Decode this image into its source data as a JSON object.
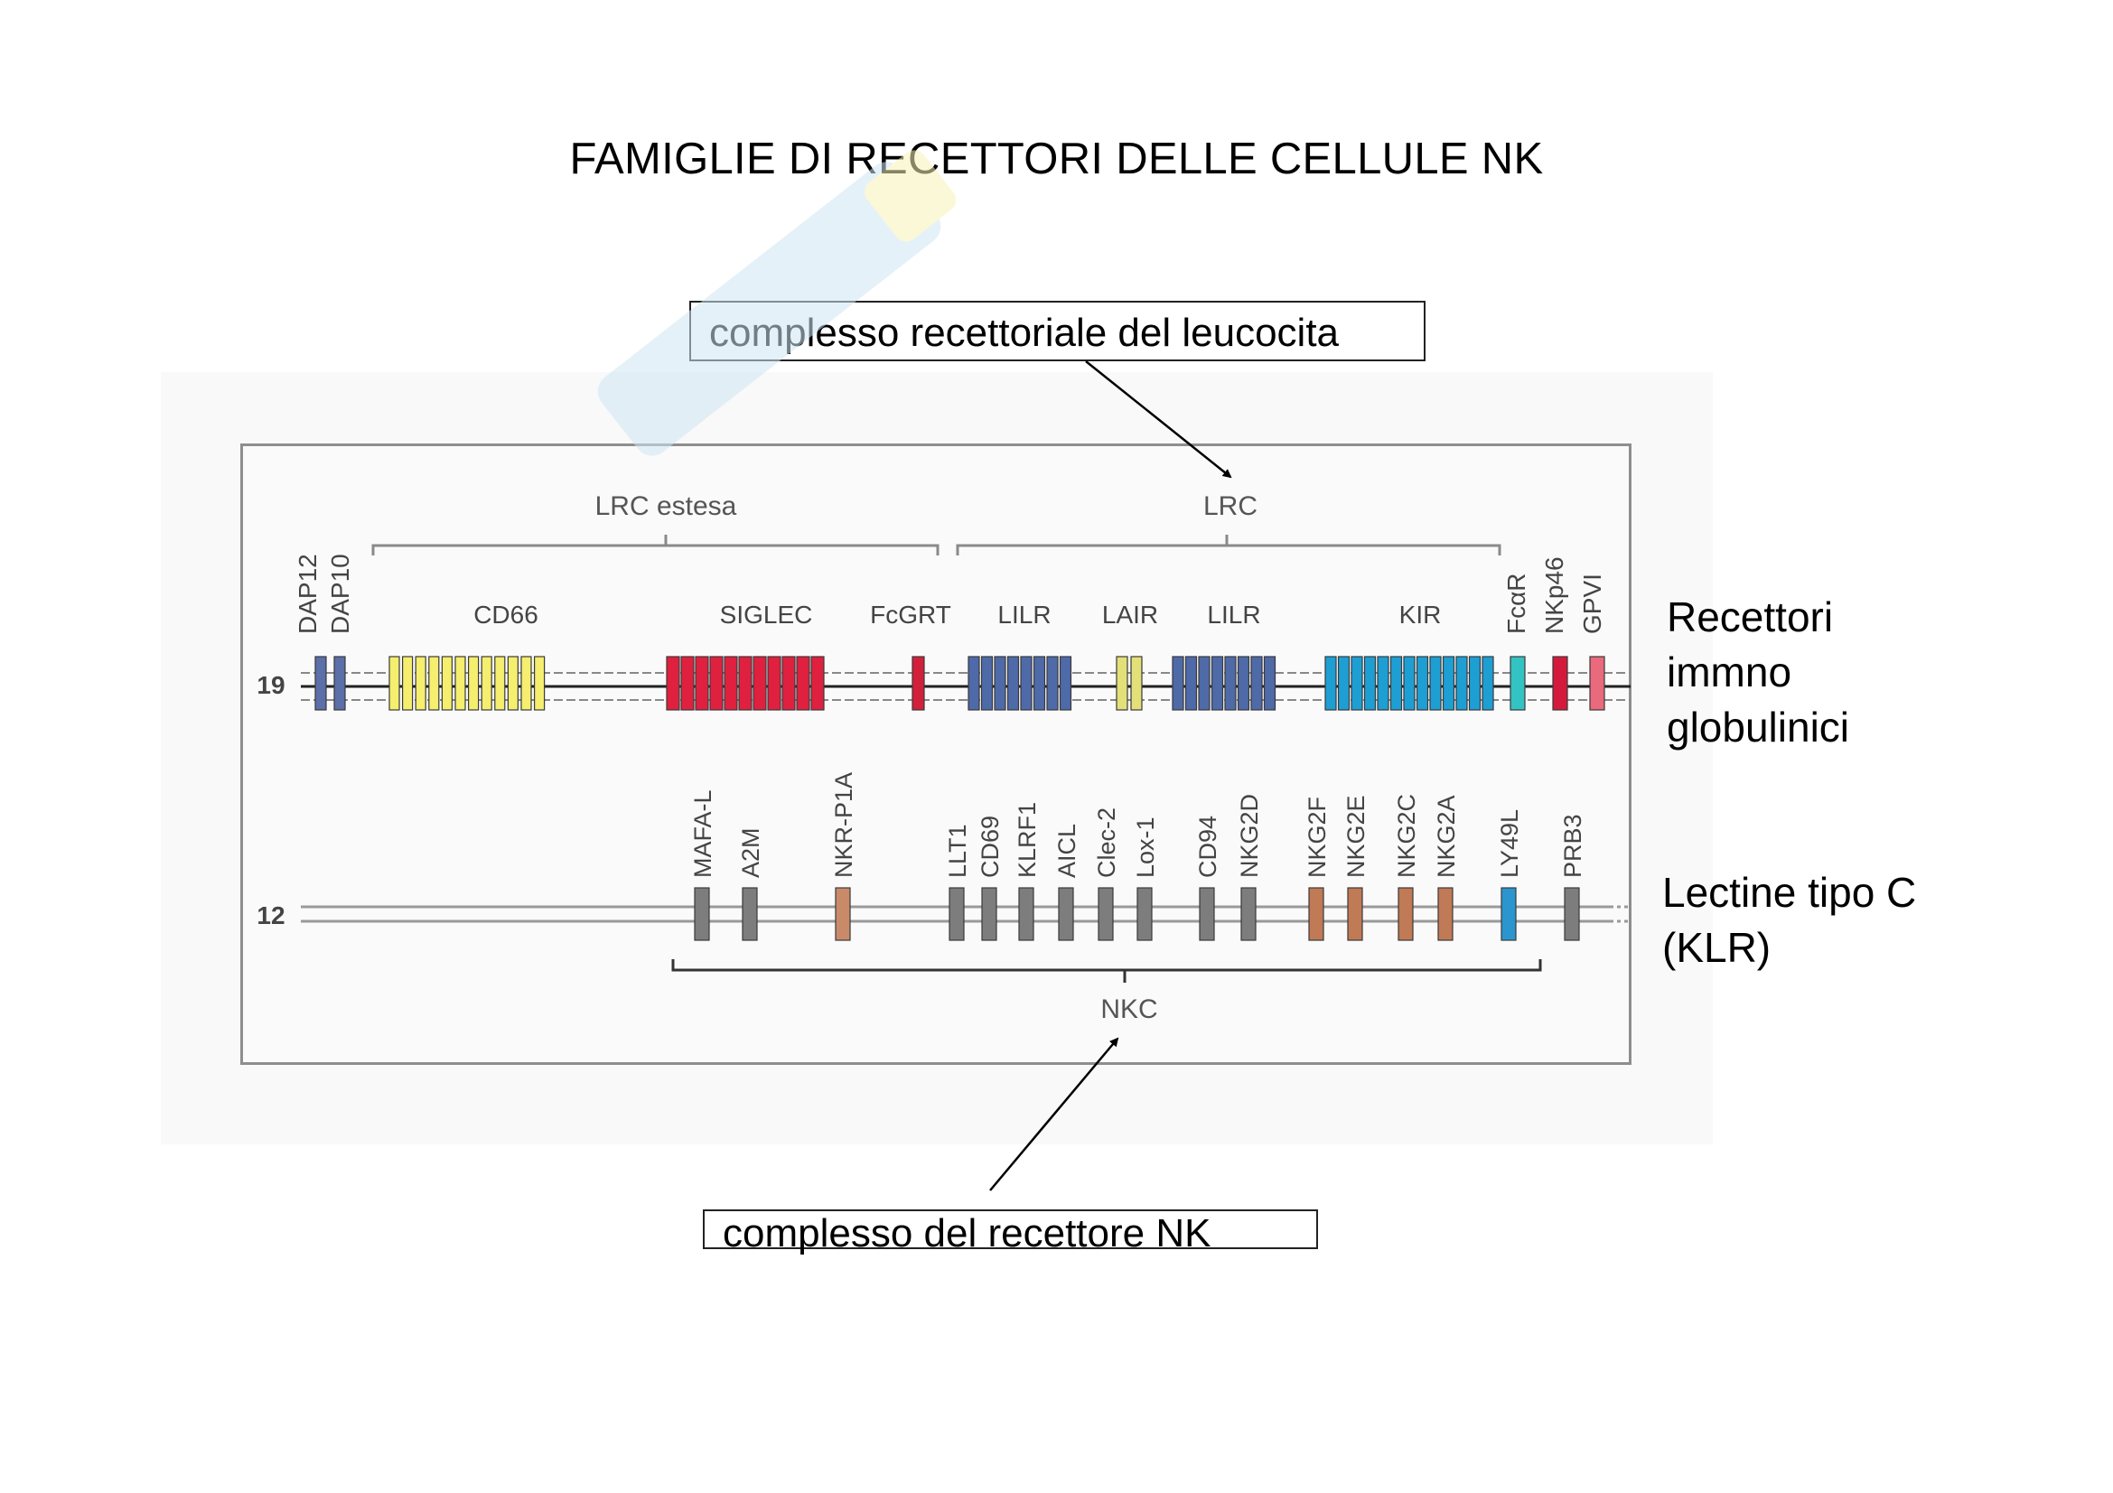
{
  "title": "FAMIGLIE DI RECETTORI DELLE CELLULE NK",
  "callouts": {
    "lrc": "complesso recettoriale del leucocita",
    "nkc": "complesso del recettore NK"
  },
  "side_labels": {
    "ig": [
      "Recettori",
      "immno",
      "globulinici"
    ],
    "klr": [
      "Lectine tipo C",
      "(KLR)"
    ]
  },
  "chromosomes": {
    "chr19": "19",
    "chr12": "12"
  },
  "brackets": {
    "lrc_extended": "LRC estesa",
    "lrc": "LRC",
    "nkc": "NKC"
  },
  "chr19_groups": [
    {
      "label": "DAP12",
      "vertical": true
    },
    {
      "label": "DAP10",
      "vertical": true
    },
    {
      "label": "CD66",
      "vertical": false,
      "color": "#f5ee6e"
    },
    {
      "label": "SIGLEC",
      "vertical": false,
      "color": "#e0203f"
    },
    {
      "label": "FcGRT",
      "vertical": false,
      "color": "#d3203a"
    },
    {
      "label": "LILR",
      "vertical": false,
      "color": "#4f6aa8"
    },
    {
      "label": "LAIR",
      "vertical": false,
      "color": "#e3e07a"
    },
    {
      "label": "LILR",
      "vertical": false,
      "color": "#4f6aa8"
    },
    {
      "label": "KIR",
      "vertical": false,
      "color": "#1d9fd4"
    },
    {
      "label": "FcαR",
      "vertical": true,
      "color": "#34c3c3"
    },
    {
      "label": "NKp46",
      "vertical": true,
      "color": "#d41a3c"
    },
    {
      "label": "GPVI",
      "vertical": true,
      "color": "#e86a7c"
    }
  ],
  "chr12_genes": [
    {
      "label": "MAFA-L",
      "color": "#7d7d7d"
    },
    {
      "label": "A2M",
      "color": "#7d7d7d"
    },
    {
      "label": "NKR-P1A",
      "color": "#c98a6a"
    },
    {
      "label": "LLT1",
      "color": "#7d7d7d"
    },
    {
      "label": "CD69",
      "color": "#7d7d7d"
    },
    {
      "label": "KLRF1",
      "color": "#7d7d7d"
    },
    {
      "label": "AICL",
      "color": "#7d7d7d"
    },
    {
      "label": "Clec-2",
      "color": "#7d7d7d"
    },
    {
      "label": "Lox-1",
      "color": "#7d7d7d"
    },
    {
      "label": "CD94",
      "color": "#7d7d7d"
    },
    {
      "label": "NKG2D",
      "color": "#7d7d7d"
    },
    {
      "label": "NKG2F",
      "color": "#c07a55"
    },
    {
      "label": "NKG2E",
      "color": "#c07a55"
    },
    {
      "label": "NKG2C",
      "color": "#c07a55"
    },
    {
      "label": "NKG2A",
      "color": "#c07a55"
    },
    {
      "label": "LY49L",
      "color": "#2b95cf"
    },
    {
      "label": "PRB3",
      "color": "#7d7d7d"
    }
  ],
  "colors": {
    "dap": "#5b6fa8",
    "line": "#777777",
    "watermark": "#bfe0f2"
  }
}
